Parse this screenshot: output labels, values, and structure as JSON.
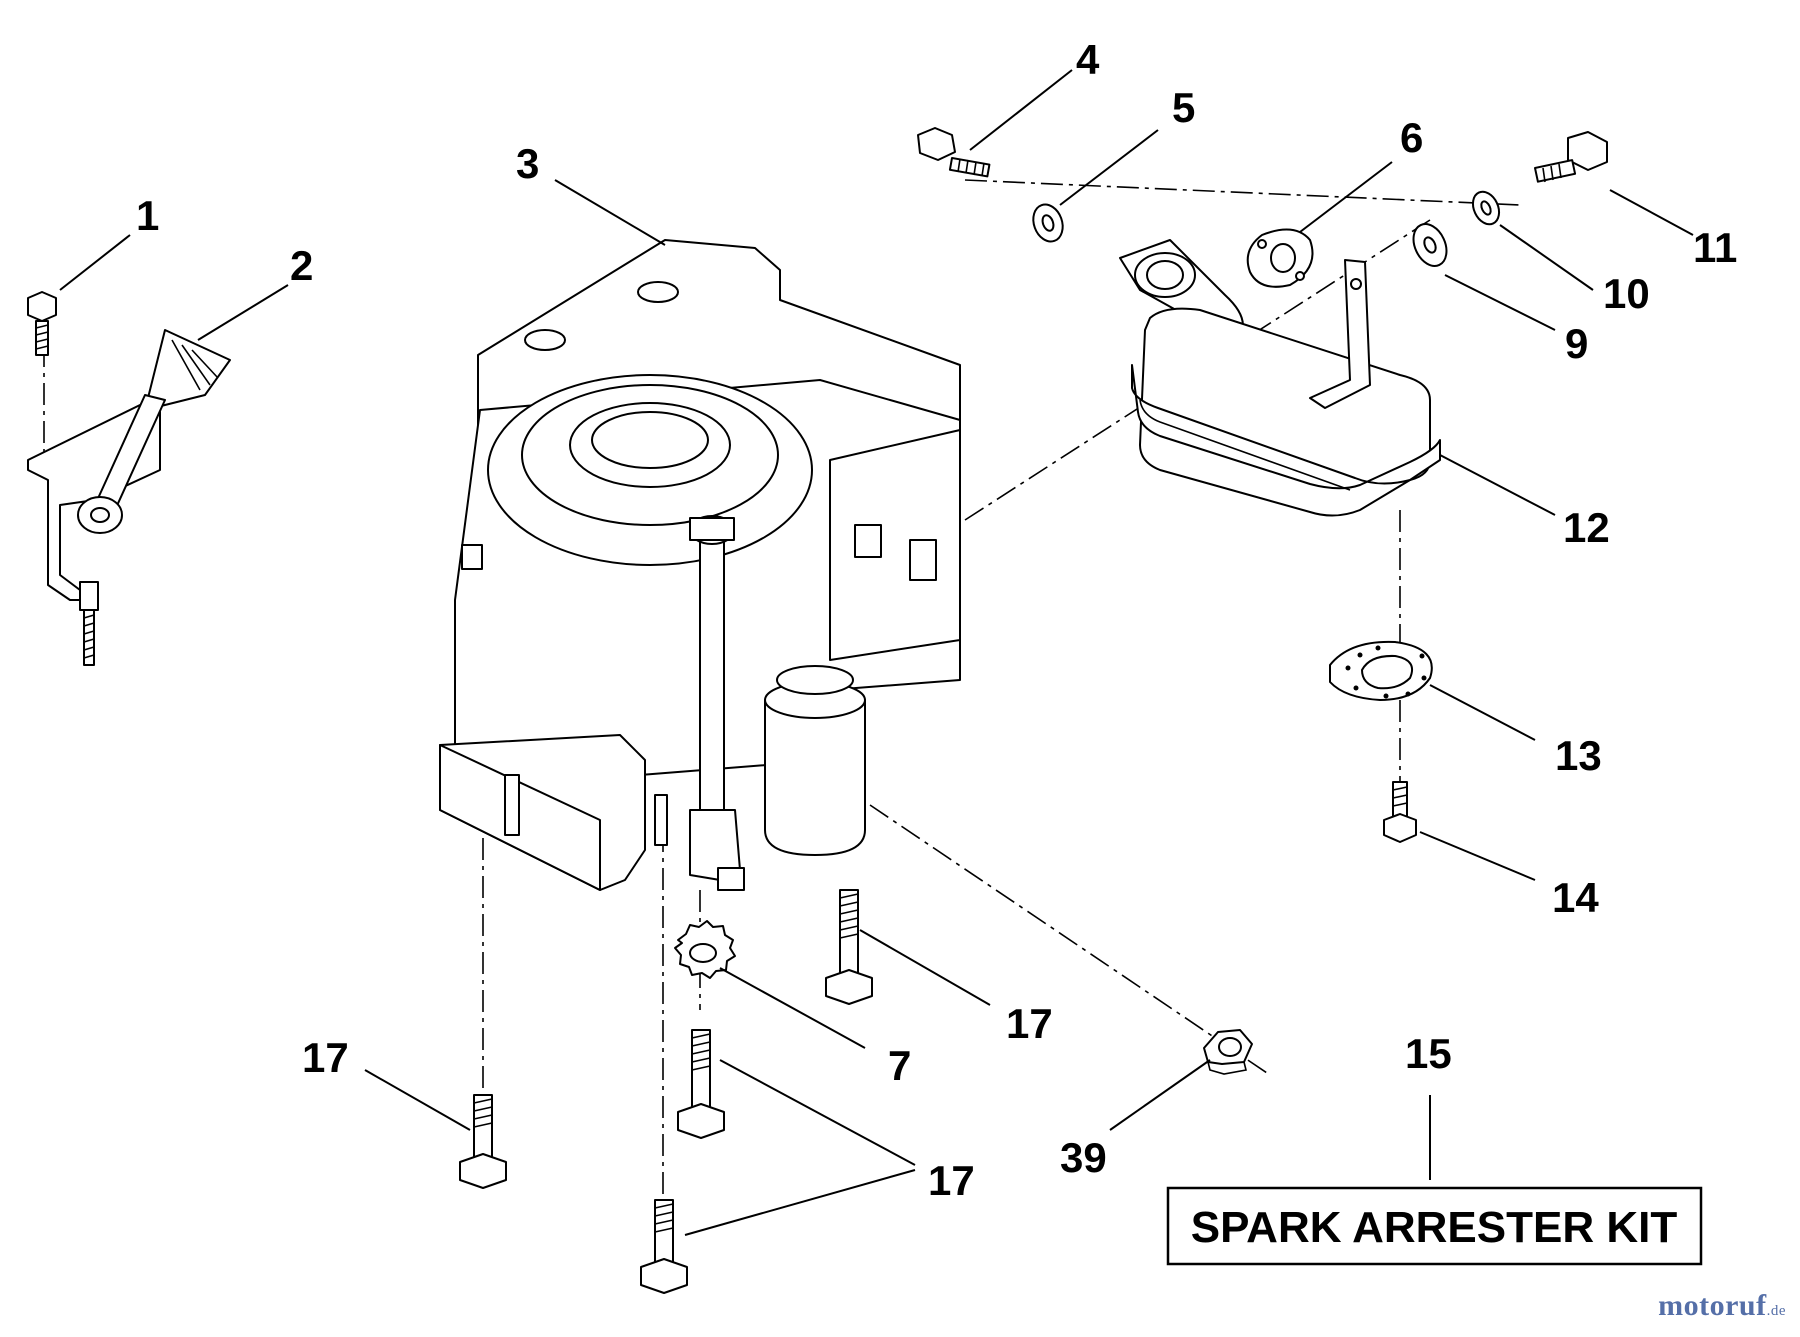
{
  "diagram": {
    "callouts": [
      {
        "id": "c1",
        "label": "1"
      },
      {
        "id": "c2",
        "label": "2"
      },
      {
        "id": "c3",
        "label": "3"
      },
      {
        "id": "c4",
        "label": "4"
      },
      {
        "id": "c5",
        "label": "5"
      },
      {
        "id": "c6",
        "label": "6"
      },
      {
        "id": "c7",
        "label": "7"
      },
      {
        "id": "c9",
        "label": "9"
      },
      {
        "id": "c10",
        "label": "10"
      },
      {
        "id": "c11",
        "label": "11"
      },
      {
        "id": "c12",
        "label": "12"
      },
      {
        "id": "c13",
        "label": "13"
      },
      {
        "id": "c14",
        "label": "14"
      },
      {
        "id": "c15",
        "label": "15"
      },
      {
        "id": "c17a",
        "label": "17"
      },
      {
        "id": "c17b",
        "label": "17"
      },
      {
        "id": "c17c",
        "label": "17"
      },
      {
        "id": "c39",
        "label": "39"
      }
    ],
    "kit_label": "SPARK ARRESTER KIT"
  },
  "watermark": {
    "main": "motoruf",
    "suffix": ".de",
    "color": "#556fa8"
  }
}
